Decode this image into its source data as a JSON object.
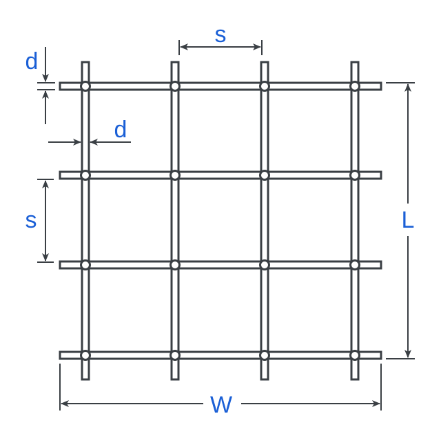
{
  "diagram": {
    "type": "welded wire mesh dimension diagram",
    "colors": {
      "wire": "#3a3f44",
      "wire_fill": "#ffffff",
      "dimension_line": "#3a3f44",
      "label": "#1a5fd6",
      "background": "#ffffff"
    },
    "grid": {
      "columns": 4,
      "rows": 4,
      "vertical_bar_x": [
        124,
        254,
        384,
        515
      ],
      "horizontal_bar_y": [
        125,
        254,
        384,
        515
      ]
    },
    "labels": {
      "spacing_top": "s",
      "spacing_left": "s",
      "diameter_top": "d",
      "diameter_side": "d",
      "length": "L",
      "width": "W"
    }
  }
}
